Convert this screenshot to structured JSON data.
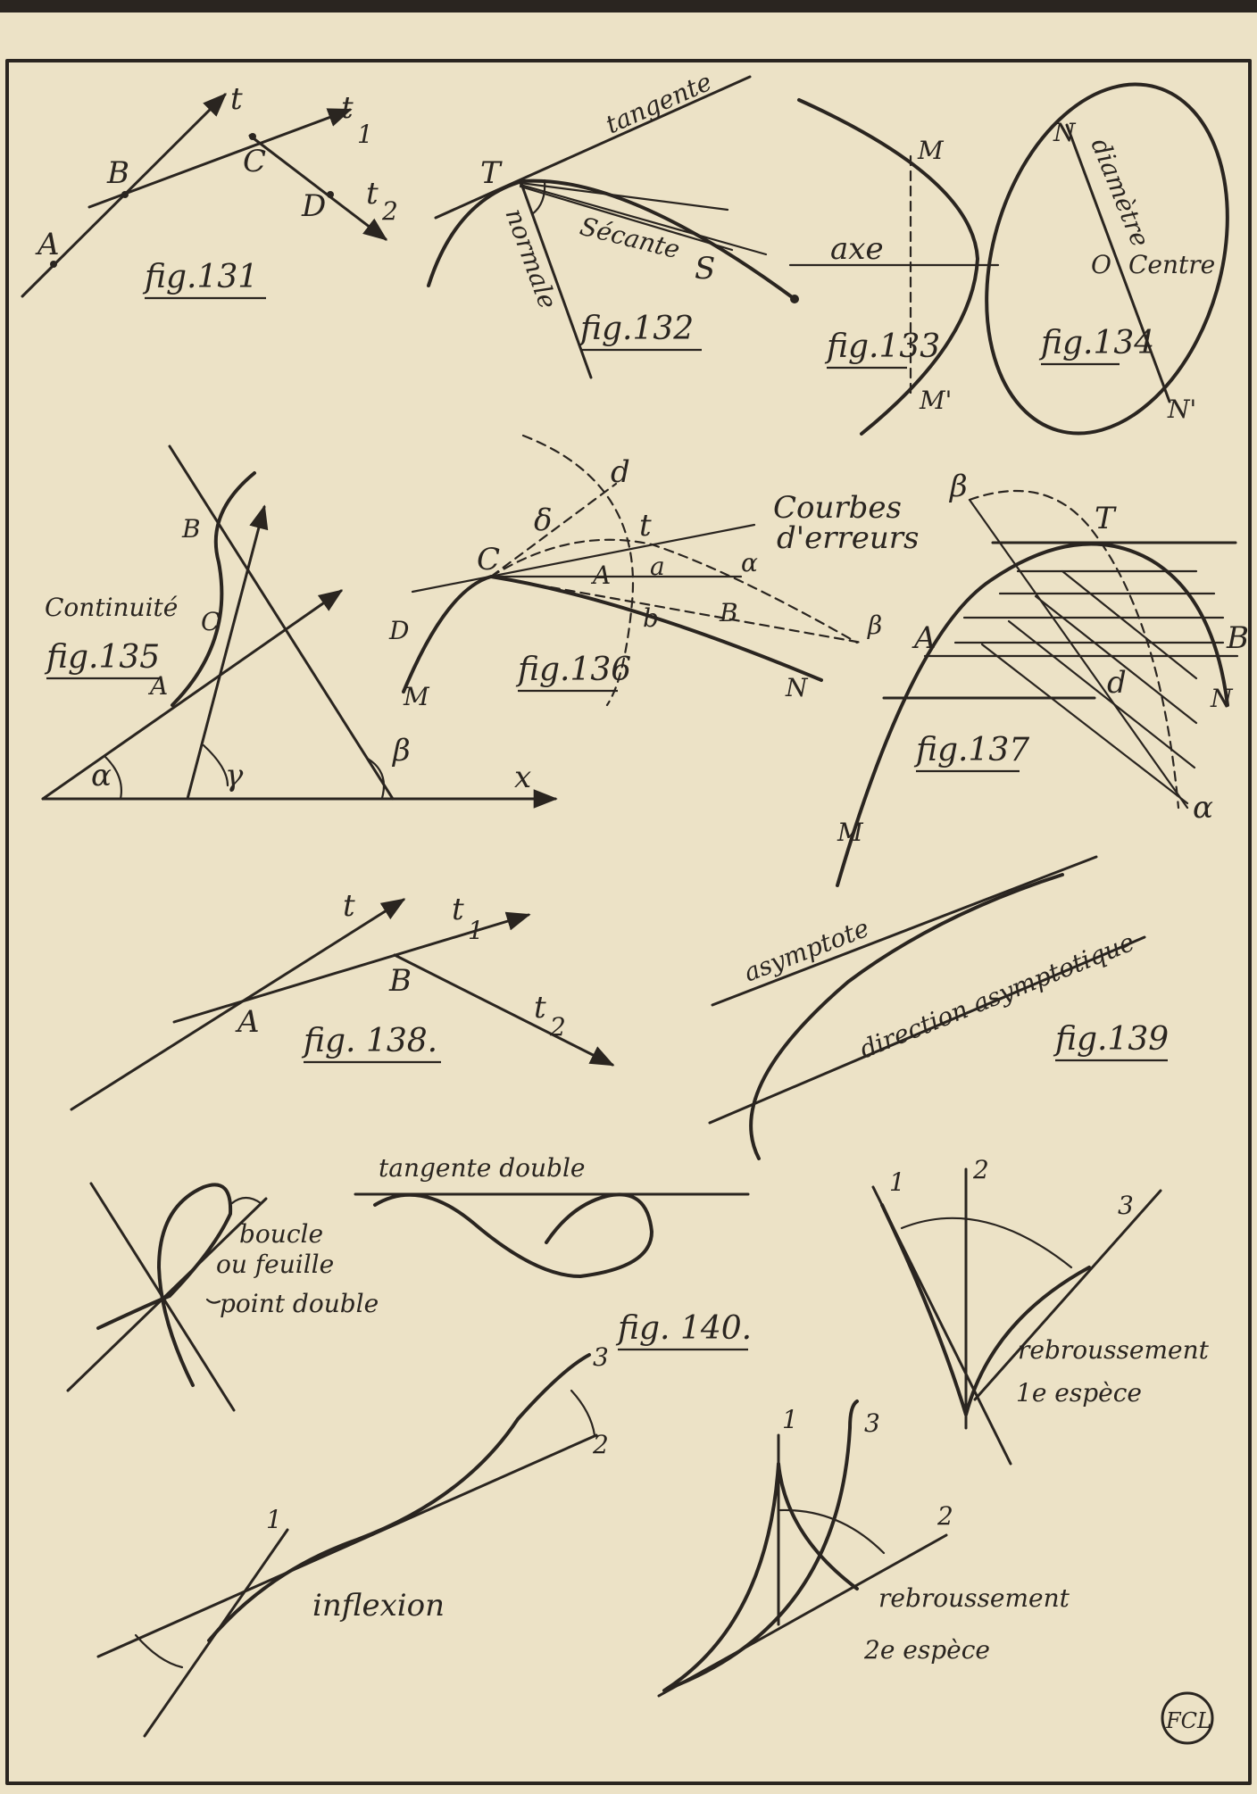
{
  "colors": {
    "paper": "#ece2c6",
    "ink": "#2a2520"
  },
  "fig131": {
    "caption": "fig.131",
    "A": "A",
    "B": "B",
    "C": "C",
    "D": "D",
    "t": "t",
    "t1": "t",
    "t1sub": "1",
    "t2": "t",
    "t2sub": "2"
  },
  "fig132": {
    "caption": "fig.132",
    "T": "T",
    "S": "S",
    "tangente": "tangente",
    "secante": "Sécante",
    "normale": "normale"
  },
  "fig133": {
    "caption": "fig.133",
    "M": "M",
    "Mp": "M'",
    "axe": "axe"
  },
  "fig134": {
    "caption": "fig.134",
    "N": "N",
    "Np": "N'",
    "O": "O",
    "diametre": "diamètre",
    "centre": "Centre"
  },
  "fig135": {
    "caption": "fig.135",
    "title": "Continuité",
    "A": "A",
    "B": "B",
    "C": "C",
    "alpha": "α",
    "beta": "β",
    "gamma": "γ",
    "x": "x"
  },
  "fig136": {
    "caption": "fig.136",
    "title1": "Courbes",
    "title2": "d'erreurs",
    "C": "C",
    "D": "D",
    "M": "M",
    "N": "N",
    "A": "A",
    "B": "B",
    "d": "d",
    "t": "t",
    "delta": "δ",
    "a": "a",
    "alpha": "α",
    "beta": "β",
    "b": "b"
  },
  "fig137": {
    "caption": "fig.137",
    "A": "A",
    "B": "B",
    "T": "T",
    "N": "N",
    "M": "M",
    "d": "d",
    "beta": "β",
    "alpha": "α"
  },
  "fig138": {
    "caption": "fig. 138.",
    "A": "A",
    "B": "B",
    "t": "t",
    "t1": "t",
    "t1sub": "1",
    "t2": "t",
    "t2sub": "2"
  },
  "fig139": {
    "caption": "fig.139",
    "asymptote": "asymptote",
    "direction": "direction asymptotique"
  },
  "fig140": {
    "caption": "fig. 140.",
    "tangenteDouble": "tangente double",
    "boucle1": "boucle",
    "boucle2": "ou feuille",
    "pointDouble": "point double",
    "inflexion": "inflexion",
    "reb1a": "rebroussement",
    "reb1b": "1e espèce",
    "reb2a": "rebroussement",
    "reb2b": "2e espèce",
    "n1": "1",
    "n2": "2",
    "n3": "3"
  },
  "monogram": "FCL"
}
